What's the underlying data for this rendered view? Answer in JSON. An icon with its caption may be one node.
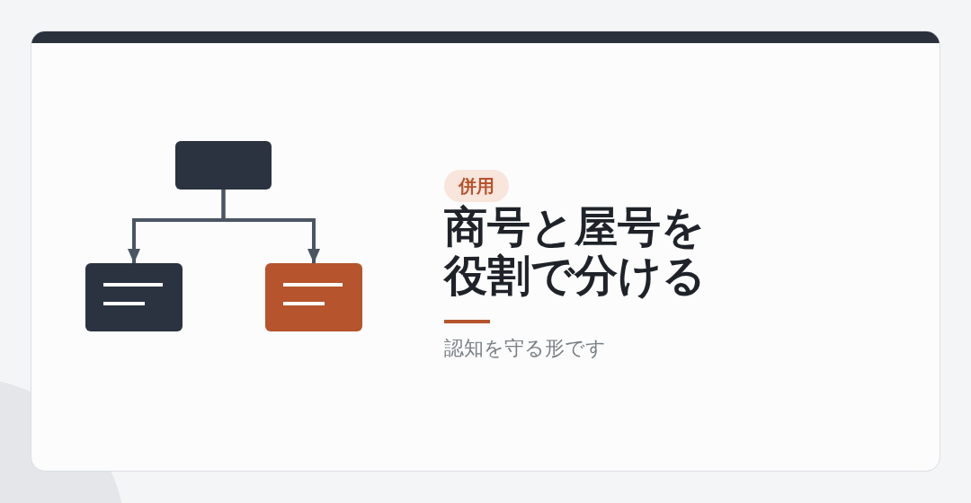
{
  "diagram": {
    "title": "商号と屋号を役割で分ける",
    "caption": "認知を守る形です",
    "nodes": [
      {
        "text": [],
        "shape": "box"
      },
      {
        "text": [],
        "shape": "box"
      },
      {
        "text": [],
        "shape": "box"
      }
    ],
    "edges": [
      {
        "from": 0,
        "to": 1,
        "arrow": "to"
      },
      {
        "from": 0,
        "to": 2,
        "arrow": "to"
      }
    ],
    "labels": [
      "併用"
    ]
  }
}
